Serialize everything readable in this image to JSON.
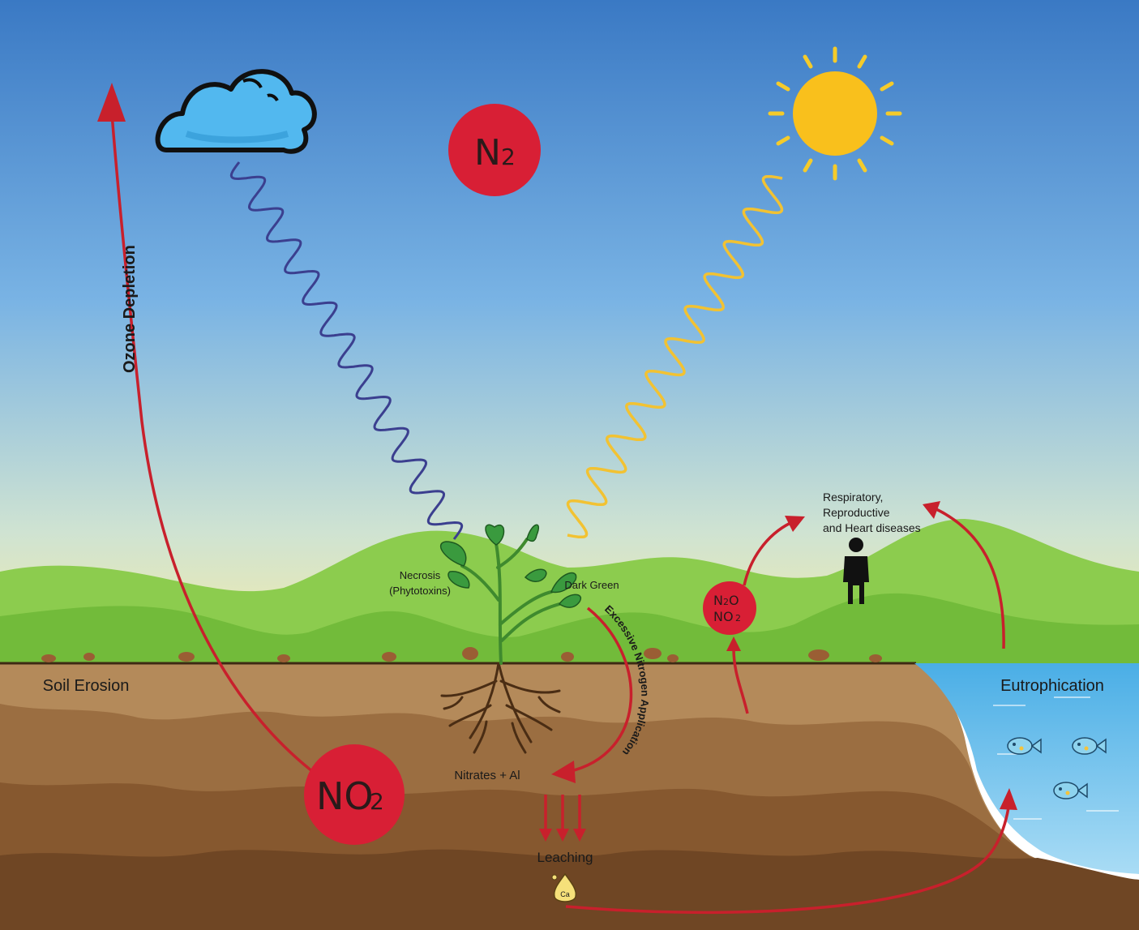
{
  "colors": {
    "sky_top": "#3f7fc8",
    "sky_bottom": "#f4ecaa",
    "hills": "#7cc242",
    "soil_top": "#b98d5c",
    "soil_bottom": "#6e4524",
    "water": "#5fb6e6",
    "arrow": "#c8202c",
    "molecule": "#d81f35",
    "sun": "#f9c01c",
    "cloud": "#52b8ef",
    "wave_blue": "#3b3f8f",
    "wave_yellow": "#f2c232"
  },
  "icons": {
    "cloud": "cloud-icon",
    "sun": "sun-icon",
    "plant": "plant-icon",
    "person": "person-icon",
    "fish": "fish-icon",
    "droplet": "calcium-droplet-icon"
  },
  "molecules": {
    "n2": {
      "main": "N",
      "sub": "2"
    },
    "no2_ground": {
      "main": "NO",
      "sub": "2"
    },
    "n2o_no2": {
      "line1_main": "N",
      "line1_sub": "2",
      "line1_end": "O",
      "line2_main": "NO",
      "line2_sub": "2"
    }
  },
  "labels": {
    "ozone_depletion": "Ozone Depletion",
    "necrosis_line1": "Necrosis",
    "necrosis_line2": "(Phytotoxins)",
    "dark_green": "Dark Green",
    "excessive_nitrogen": "Excessive Nitrogen Application",
    "nitrates": "Nitrates + Al",
    "leaching": "Leaching",
    "soil_erosion": "Soil Erosion",
    "eutrophication": "Eutrophication",
    "diseases_line1": "Respiratory,",
    "diseases_line2": "Reproductive",
    "diseases_line3": "and Heart diseases",
    "droplet_text": "Ca"
  }
}
